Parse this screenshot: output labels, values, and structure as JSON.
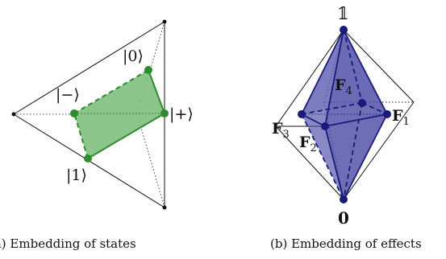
{
  "panel_a": {
    "labels": {
      "zero": "|0⟩",
      "minus": "|−⟩",
      "plus": "|+⟩",
      "one": "|1⟩"
    },
    "caption": "(a) Embedding of states",
    "colors": {
      "region_fill": "#7fbf7f",
      "region_stroke": "#2e8b2e",
      "point": "#2e8b2e"
    }
  },
  "panel_b": {
    "labels": {
      "unit": "𝟙",
      "f1": "F",
      "f1_sub": "1",
      "f2": "F",
      "f2_sub": "2",
      "f3": "F",
      "f3_sub": "3",
      "f4": "F",
      "f4_sub": "4",
      "zero": "0"
    },
    "caption": "(b) Embedding of effects",
    "colors": {
      "solid_fill": "#4a4aa8",
      "edge": "#1a1a7a",
      "point": "#1a1a7a"
    }
  }
}
